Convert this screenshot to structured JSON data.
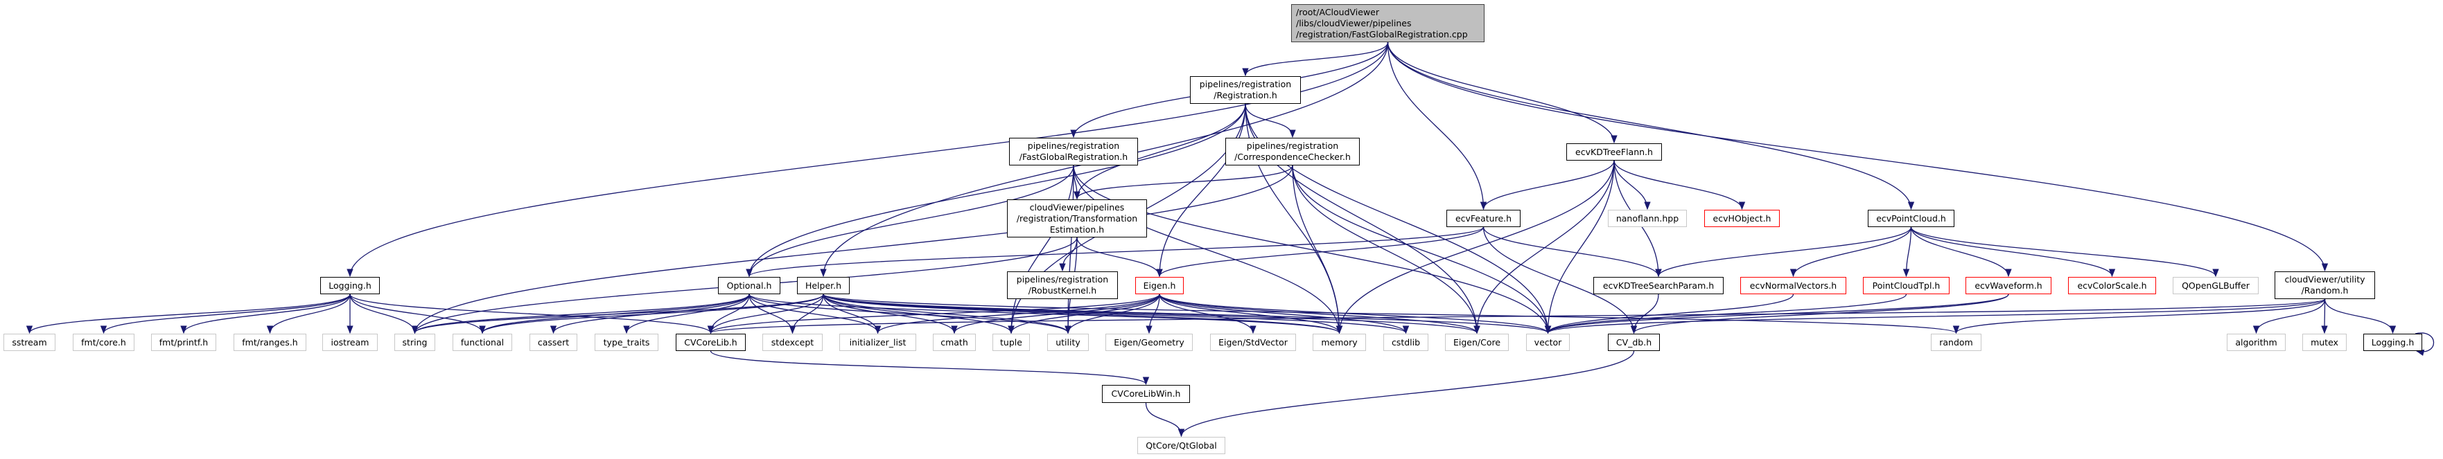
{
  "colors": {
    "edge": "#191970",
    "root_fill": "#bfbfbf",
    "missing_border": "#ff0000",
    "system_border": "#c8c8c8",
    "local_border": "#000000"
  },
  "nodes": [
    {
      "id": "root",
      "label": "/root/ACloudViewer\n/libs/cloudViewer/pipelines\n/registration/FastGlobalRegistration.cpp",
      "kind": "root"
    },
    {
      "id": "registration",
      "label": "pipelines/registration\n/Registration.h",
      "kind": "local"
    },
    {
      "id": "fgr",
      "label": "pipelines/registration\n/FastGlobalRegistration.h",
      "kind": "local"
    },
    {
      "id": "cc",
      "label": "pipelines/registration\n/CorrespondenceChecker.h",
      "kind": "local"
    },
    {
      "id": "te",
      "label": "cloudViewer/pipelines\n/registration/Transformation\nEstimation.h",
      "kind": "local"
    },
    {
      "id": "robust",
      "label": "pipelines/registration\n/RobustKernel.h",
      "kind": "local"
    },
    {
      "id": "eigen",
      "label": "Eigen.h",
      "kind": "red"
    },
    {
      "id": "helper",
      "label": "Helper.h",
      "kind": "local"
    },
    {
      "id": "optional",
      "label": "Optional.h",
      "kind": "local"
    },
    {
      "id": "logging",
      "label": "Logging.h",
      "kind": "local"
    },
    {
      "id": "feature",
      "label": "ecvFeature.h",
      "kind": "local"
    },
    {
      "id": "kdflann",
      "label": "ecvKDTreeFlann.h",
      "kind": "local"
    },
    {
      "id": "nanoflann",
      "label": "nanoflann.hpp",
      "kind": "sys"
    },
    {
      "id": "hobject",
      "label": "ecvHObject.h",
      "kind": "red"
    },
    {
      "id": "pointcloud",
      "label": "ecvPointCloud.h",
      "kind": "local"
    },
    {
      "id": "kdsearch",
      "label": "ecvKDTreeSearchParam.h",
      "kind": "local"
    },
    {
      "id": "normals",
      "label": "ecvNormalVectors.h",
      "kind": "red"
    },
    {
      "id": "pctpl",
      "label": "PointCloudTpl.h",
      "kind": "red"
    },
    {
      "id": "waveform",
      "label": "ecvWaveform.h",
      "kind": "red"
    },
    {
      "id": "colorscale",
      "label": "ecvColorScale.h",
      "kind": "red"
    },
    {
      "id": "qoglbuf",
      "label": "QOpenGLBuffer",
      "kind": "sys"
    },
    {
      "id": "random_h",
      "label": "cloudViewer/utility\n/Random.h",
      "kind": "local"
    },
    {
      "id": "sstream",
      "label": "sstream",
      "kind": "sys"
    },
    {
      "id": "fmtcore",
      "label": "fmt/core.h",
      "kind": "sys"
    },
    {
      "id": "fmtprintf",
      "label": "fmt/printf.h",
      "kind": "sys"
    },
    {
      "id": "fmtranges",
      "label": "fmt/ranges.h",
      "kind": "sys"
    },
    {
      "id": "iostream",
      "label": "iostream",
      "kind": "sys"
    },
    {
      "id": "string",
      "label": "string",
      "kind": "sys"
    },
    {
      "id": "functional",
      "label": "functional",
      "kind": "sys"
    },
    {
      "id": "cassert",
      "label": "cassert",
      "kind": "sys"
    },
    {
      "id": "type_traits",
      "label": "type_traits",
      "kind": "sys"
    },
    {
      "id": "cvcorelib",
      "label": "CVCoreLib.h",
      "kind": "local"
    },
    {
      "id": "stdexcept",
      "label": "stdexcept",
      "kind": "sys"
    },
    {
      "id": "initlist",
      "label": "initializer_list",
      "kind": "sys"
    },
    {
      "id": "cmath",
      "label": "cmath",
      "kind": "sys"
    },
    {
      "id": "tuple",
      "label": "tuple",
      "kind": "sys"
    },
    {
      "id": "utility",
      "label": "utility",
      "kind": "sys"
    },
    {
      "id": "eigengeom",
      "label": "Eigen/Geometry",
      "kind": "sys"
    },
    {
      "id": "eigenstdvec",
      "label": "Eigen/StdVector",
      "kind": "sys"
    },
    {
      "id": "memory",
      "label": "memory",
      "kind": "sys"
    },
    {
      "id": "cstdlib",
      "label": "cstdlib",
      "kind": "sys"
    },
    {
      "id": "eigencore",
      "label": "Eigen/Core",
      "kind": "sys"
    },
    {
      "id": "vector",
      "label": "vector",
      "kind": "sys"
    },
    {
      "id": "cvdb",
      "label": "CV_db.h",
      "kind": "local"
    },
    {
      "id": "random",
      "label": "random",
      "kind": "sys"
    },
    {
      "id": "algorithm",
      "label": "algorithm",
      "kind": "sys"
    },
    {
      "id": "mutex",
      "label": "mutex",
      "kind": "sys"
    },
    {
      "id": "logging2",
      "label": "Logging.h",
      "kind": "local"
    },
    {
      "id": "cvcorelibwin",
      "label": "CVCoreLibWin.h",
      "kind": "local"
    },
    {
      "id": "qtglobal",
      "label": "QtCore/QtGlobal",
      "kind": "sys"
    }
  ],
  "edges": [
    [
      "root",
      "logging"
    ],
    [
      "root",
      "helper"
    ],
    [
      "root",
      "fgr"
    ],
    [
      "root",
      "registration"
    ],
    [
      "root",
      "feature"
    ],
    [
      "root",
      "kdflann"
    ],
    [
      "root",
      "pointcloud"
    ],
    [
      "root",
      "random_h"
    ],
    [
      "registration",
      "optional"
    ],
    [
      "registration",
      "tuple"
    ],
    [
      "registration",
      "te"
    ],
    [
      "registration",
      "eigen"
    ],
    [
      "registration",
      "cc"
    ],
    [
      "registration",
      "eigencore"
    ],
    [
      "registration",
      "vector"
    ],
    [
      "registration",
      "memory"
    ],
    [
      "fgr",
      "optional"
    ],
    [
      "fgr",
      "te"
    ],
    [
      "fgr",
      "tuple"
    ],
    [
      "fgr",
      "utility"
    ],
    [
      "fgr",
      "memory"
    ],
    [
      "fgr",
      "vector"
    ],
    [
      "cc",
      "string"
    ],
    [
      "cc",
      "te"
    ],
    [
      "cc",
      "memory"
    ],
    [
      "cc",
      "vector"
    ],
    [
      "cc",
      "eigencore"
    ],
    [
      "te",
      "string"
    ],
    [
      "te",
      "robust"
    ],
    [
      "te",
      "eigen"
    ],
    [
      "te",
      "utility"
    ],
    [
      "feature",
      "optional"
    ],
    [
      "feature",
      "eigen"
    ],
    [
      "feature",
      "kdsearch"
    ],
    [
      "feature",
      "cvdb"
    ],
    [
      "kdflann",
      "feature"
    ],
    [
      "kdflann",
      "nanoflann"
    ],
    [
      "kdflann",
      "hobject"
    ],
    [
      "kdflann",
      "kdsearch"
    ],
    [
      "kdflann",
      "memory"
    ],
    [
      "kdflann",
      "eigencore"
    ],
    [
      "kdflann",
      "vector"
    ],
    [
      "pointcloud",
      "kdsearch"
    ],
    [
      "pointcloud",
      "normals"
    ],
    [
      "pointcloud",
      "pctpl"
    ],
    [
      "pointcloud",
      "waveform"
    ],
    [
      "pointcloud",
      "colorscale"
    ],
    [
      "pointcloud",
      "qoglbuf"
    ],
    [
      "kdsearch",
      "cvdb"
    ],
    [
      "normals",
      "vector"
    ],
    [
      "pctpl",
      "vector"
    ],
    [
      "waveform",
      "cvdb"
    ],
    [
      "waveform",
      "vector"
    ],
    [
      "random_h",
      "algorithm"
    ],
    [
      "random_h",
      "mutex"
    ],
    [
      "random_h",
      "logging2"
    ],
    [
      "random_h",
      "random"
    ],
    [
      "random_h",
      "vector"
    ],
    [
      "random_h",
      "cvcorelib"
    ],
    [
      "logging2",
      "logging2"
    ],
    [
      "eigen",
      "cvcorelib"
    ],
    [
      "eigen",
      "tuple"
    ],
    [
      "eigen",
      "utility"
    ],
    [
      "eigen",
      "eigengeom"
    ],
    [
      "eigen",
      "eigenstdvec"
    ],
    [
      "eigen",
      "memory"
    ],
    [
      "eigen",
      "cstdlib"
    ],
    [
      "eigen",
      "eigencore"
    ],
    [
      "eigen",
      "vector"
    ],
    [
      "eigen",
      "cmath"
    ],
    [
      "eigen",
      "initlist"
    ],
    [
      "helper",
      "cvcorelib"
    ],
    [
      "helper",
      "stdexcept"
    ],
    [
      "helper",
      "cmath"
    ],
    [
      "helper",
      "tuple"
    ],
    [
      "helper",
      "utility"
    ],
    [
      "helper",
      "functional"
    ],
    [
      "helper",
      "string"
    ],
    [
      "helper",
      "initlist"
    ],
    [
      "helper",
      "vector"
    ],
    [
      "helper",
      "eigencore"
    ],
    [
      "helper",
      "random"
    ],
    [
      "helper",
      "cstdlib"
    ],
    [
      "helper",
      "memory"
    ],
    [
      "optional",
      "string"
    ],
    [
      "optional",
      "functional"
    ],
    [
      "optional",
      "cassert"
    ],
    [
      "optional",
      "type_traits"
    ],
    [
      "optional",
      "cvcorelib"
    ],
    [
      "optional",
      "stdexcept"
    ],
    [
      "optional",
      "utility"
    ],
    [
      "optional",
      "initlist"
    ],
    [
      "optional",
      "memory"
    ],
    [
      "logging",
      "sstream"
    ],
    [
      "logging",
      "fmtcore"
    ],
    [
      "logging",
      "fmtprintf"
    ],
    [
      "logging",
      "fmtranges"
    ],
    [
      "logging",
      "iostream"
    ],
    [
      "logging",
      "string"
    ],
    [
      "logging",
      "functional"
    ],
    [
      "logging",
      "cvcorelib"
    ],
    [
      "cvcorelib",
      "cvcorelibwin"
    ],
    [
      "cvcorelibwin",
      "qtglobal"
    ],
    [
      "cvdb",
      "qtglobal"
    ]
  ]
}
